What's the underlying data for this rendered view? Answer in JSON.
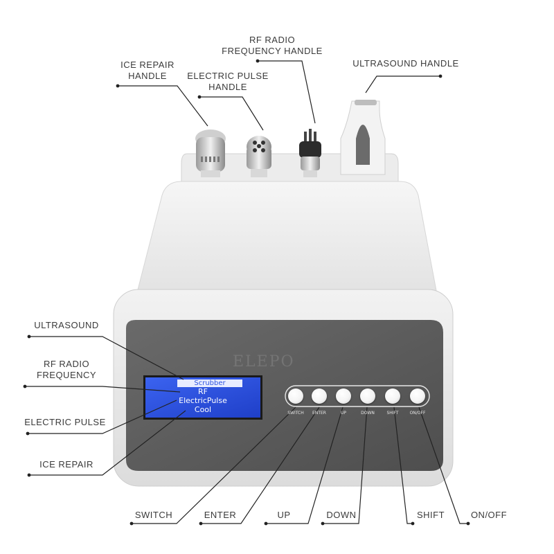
{
  "callouts": {
    "rf_radio_handle_line1": "RF RADIO",
    "rf_radio_handle_line2": "FREQUENCY HANDLE",
    "ultrasound_handle": "ULTRASOUND HANDLE",
    "ice_repair_handle_line1": "ICE REPAIR",
    "ice_repair_handle_line2": "HANDLE",
    "electric_pulse_handle_line1": "ELECTRIC PULSE",
    "electric_pulse_handle_line2": "HANDLE",
    "ultrasound": "ULTRASOUND",
    "rf_radio_frequency_line1": "RF RADIO",
    "rf_radio_frequency_line2": "FREQUENCY",
    "electric_pulse": "ELECTRIC PULSE",
    "ice_repair": "ICE REPAIR",
    "switch": "SWITCH",
    "enter": "ENTER",
    "up": "UP",
    "down": "DOWN",
    "shift": "SHIFT",
    "on_off": "ON/OFF"
  },
  "device": {
    "brand": "ELEPO",
    "lcd_lines": [
      "Scrubber",
      "RF",
      "ElectricPulse",
      "Cool"
    ],
    "button_labels": [
      "SWITCH",
      "ENTER",
      "UP",
      "DOWN",
      "SHIFT",
      "ON/OFF"
    ],
    "colors": {
      "lcd": "#2f55e0",
      "panel": "#5e5e5e",
      "body": "#f3f3f3"
    }
  }
}
